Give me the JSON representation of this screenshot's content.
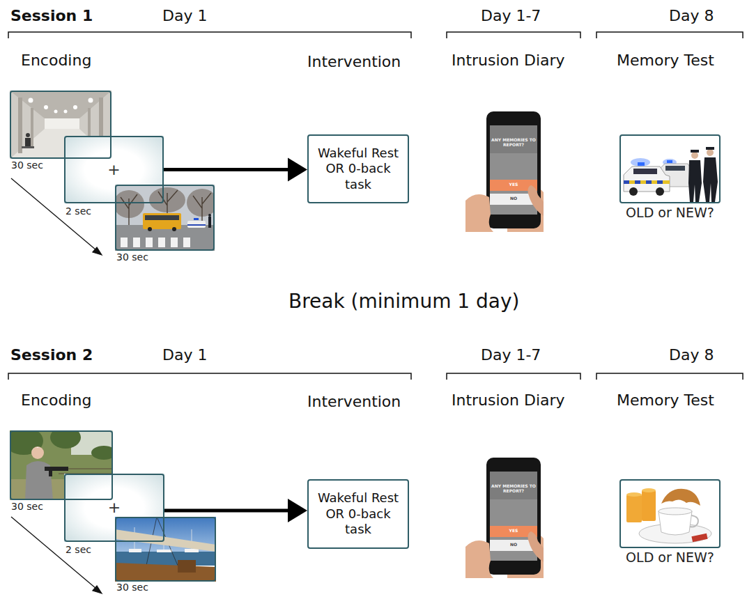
{
  "diagram": {
    "nodes": [
      {
        "text": [
          "30 sec"
        ]
      },
      {
        "text": [
          "+",
          "2 sec"
        ]
      },
      {
        "text": [
          "30 sec"
        ]
      },
      {
        "text": [
          "Wakeful Rest OR 0-back task"
        ]
      },
      {
        "text": [
          "ANY MEMORIES TO REPORT?",
          "YES",
          "NO"
        ]
      },
      {
        "text": [
          "OLD or NEW?"
        ]
      },
      {
        "text": [
          "30 sec"
        ]
      },
      {
        "text": [
          "+",
          "2 sec"
        ]
      },
      {
        "text": [
          "30 sec"
        ]
      },
      {
        "text": [
          "Wakeful Rest OR 0-back task"
        ]
      },
      {
        "text": [
          "ANY MEMORIES TO REPORT?",
          "YES",
          "NO"
        ]
      },
      {
        "text": [
          "OLD or NEW?"
        ]
      }
    ],
    "edges": [
      {
        "from": 1,
        "to": 3,
        "arrow": "to"
      },
      {
        "from": 7,
        "to": 9,
        "arrow": "to"
      }
    ],
    "labels": [
      "Session 1",
      "Day 1",
      "Encoding",
      "Intervention",
      "Day 1-7",
      "Intrusion Diary",
      "Day 8",
      "Memory Test",
      "Break (minimum 1 day)",
      "Session 2",
      "Day 1",
      "Encoding",
      "Intervention",
      "Day 1-7",
      "Intrusion Diary",
      "Day 8",
      "Memory Test"
    ]
  }
}
